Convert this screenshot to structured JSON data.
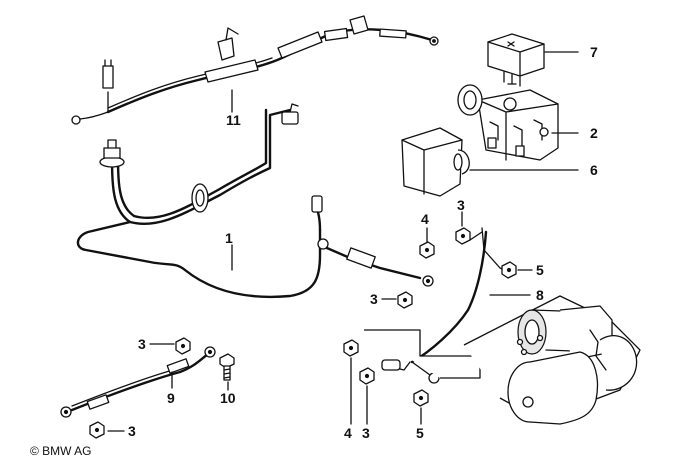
{
  "callouts": {
    "c1": "1",
    "c2": "2",
    "c3a": "3",
    "c3b": "3",
    "c3c": "3",
    "c3d": "3",
    "c3e": "3",
    "c4a": "4",
    "c4b": "4",
    "c5a": "5",
    "c5b": "5",
    "c6": "6",
    "c7": "7",
    "c8": "8",
    "c9": "9",
    "c10": "10",
    "c11": "11"
  },
  "copyright": "© BMW AG"
}
